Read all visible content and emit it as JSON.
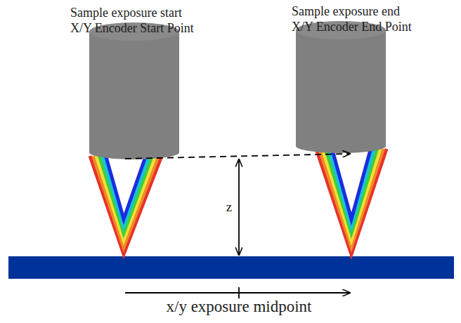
{
  "diagram": {
    "labels": [
      "Sample exposure start",
      "X/Y Encoder Start Point",
      "Sample exposure end",
      "X/Y Encoder End Point",
      "z",
      "x/y exposure midpoint"
    ]
  }
}
